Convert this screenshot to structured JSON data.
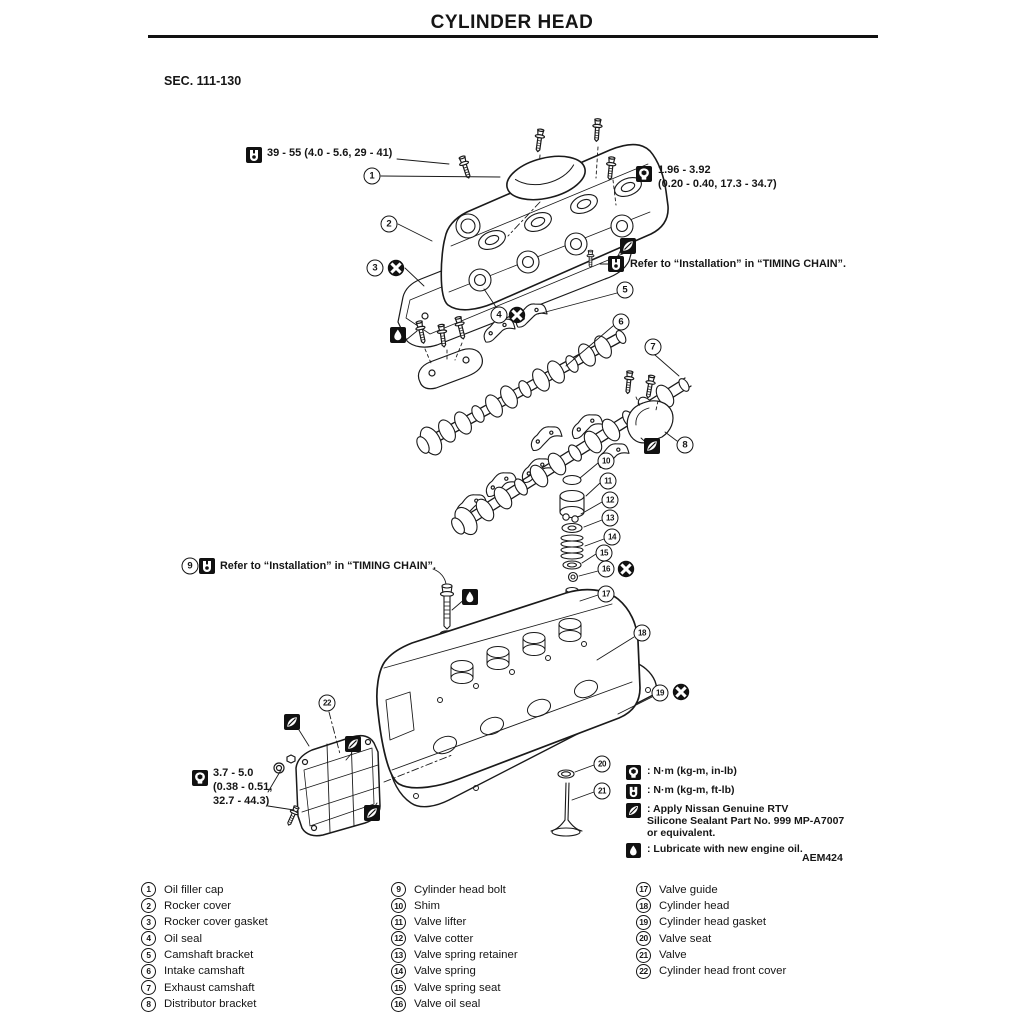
{
  "page": {
    "title": "CYLINDER HEAD",
    "section": "SEC. 111-130",
    "figure_code": "AEM424"
  },
  "annotations": {
    "torque_rocker_cover": "39 - 55 (4.0 - 5.6, 29 - 41)",
    "torque_upper_right_l1": "1.96 - 3.92",
    "torque_upper_right_l2": "(0.20 - 0.40, 17.3 - 34.7)",
    "note_timing_chain_right": "Refer to “Installation” in “TIMING CHAIN”.",
    "note_timing_chain_left": "Refer to “Installation” in “TIMING CHAIN”.",
    "torque_front_cover_l1": "3.7 - 5.0",
    "torque_front_cover_l2": "(0.38 - 0.51,",
    "torque_front_cover_l3": "32.7 - 44.3)"
  },
  "legend": {
    "items": [
      {
        "icon": "torque-inlb-icon",
        "label": ": N·m (kg-m, in-lb)"
      },
      {
        "icon": "torque-ftlb-icon",
        "label": ": N·m (kg-m, ft-lb)"
      },
      {
        "icon": "sealant-icon",
        "label": ": Apply Nissan Genuine RTV\nSilicone Sealant Part No. 999 MP-A7007\nor equivalent."
      },
      {
        "icon": "lubricate-icon",
        "label": ": Lubricate with new engine oil."
      }
    ]
  },
  "diagram": {
    "callouts": {
      "c1": "1",
      "c2": "2",
      "c3": "3",
      "c4": "4",
      "c5": "5",
      "c6": "6",
      "c7": "7",
      "c8": "8",
      "c9": "9",
      "c10": "10",
      "c11": "11",
      "c12": "12",
      "c13": "13",
      "c14": "14",
      "c15": "15",
      "c16": "16",
      "c17": "17",
      "c18": "18",
      "c19": "19",
      "c20": "20",
      "c21": "21",
      "c22": "22"
    }
  },
  "parts_list": {
    "col1": [
      {
        "num": "1",
        "label": "Oil filler cap"
      },
      {
        "num": "2",
        "label": "Rocker cover"
      },
      {
        "num": "3",
        "label": "Rocker cover gasket"
      },
      {
        "num": "4",
        "label": "Oil seal"
      },
      {
        "num": "5",
        "label": "Camshaft bracket"
      },
      {
        "num": "6",
        "label": "Intake camshaft"
      },
      {
        "num": "7",
        "label": "Exhaust camshaft"
      },
      {
        "num": "8",
        "label": "Distributor bracket"
      }
    ],
    "col2": [
      {
        "num": "9",
        "label": "Cylinder head bolt"
      },
      {
        "num": "10",
        "label": "Shim"
      },
      {
        "num": "11",
        "label": "Valve lifter"
      },
      {
        "num": "12",
        "label": "Valve cotter"
      },
      {
        "num": "13",
        "label": "Valve spring retainer"
      },
      {
        "num": "14",
        "label": "Valve spring"
      },
      {
        "num": "15",
        "label": "Valve spring seat"
      },
      {
        "num": "16",
        "label": "Valve oil seal"
      }
    ],
    "col3": [
      {
        "num": "17",
        "label": "Valve guide"
      },
      {
        "num": "18",
        "label": "Cylinder head"
      },
      {
        "num": "19",
        "label": "Cylinder head gasket"
      },
      {
        "num": "20",
        "label": "Valve seat"
      },
      {
        "num": "21",
        "label": "Valve"
      },
      {
        "num": "22",
        "label": "Cylinder head front cover"
      }
    ]
  }
}
